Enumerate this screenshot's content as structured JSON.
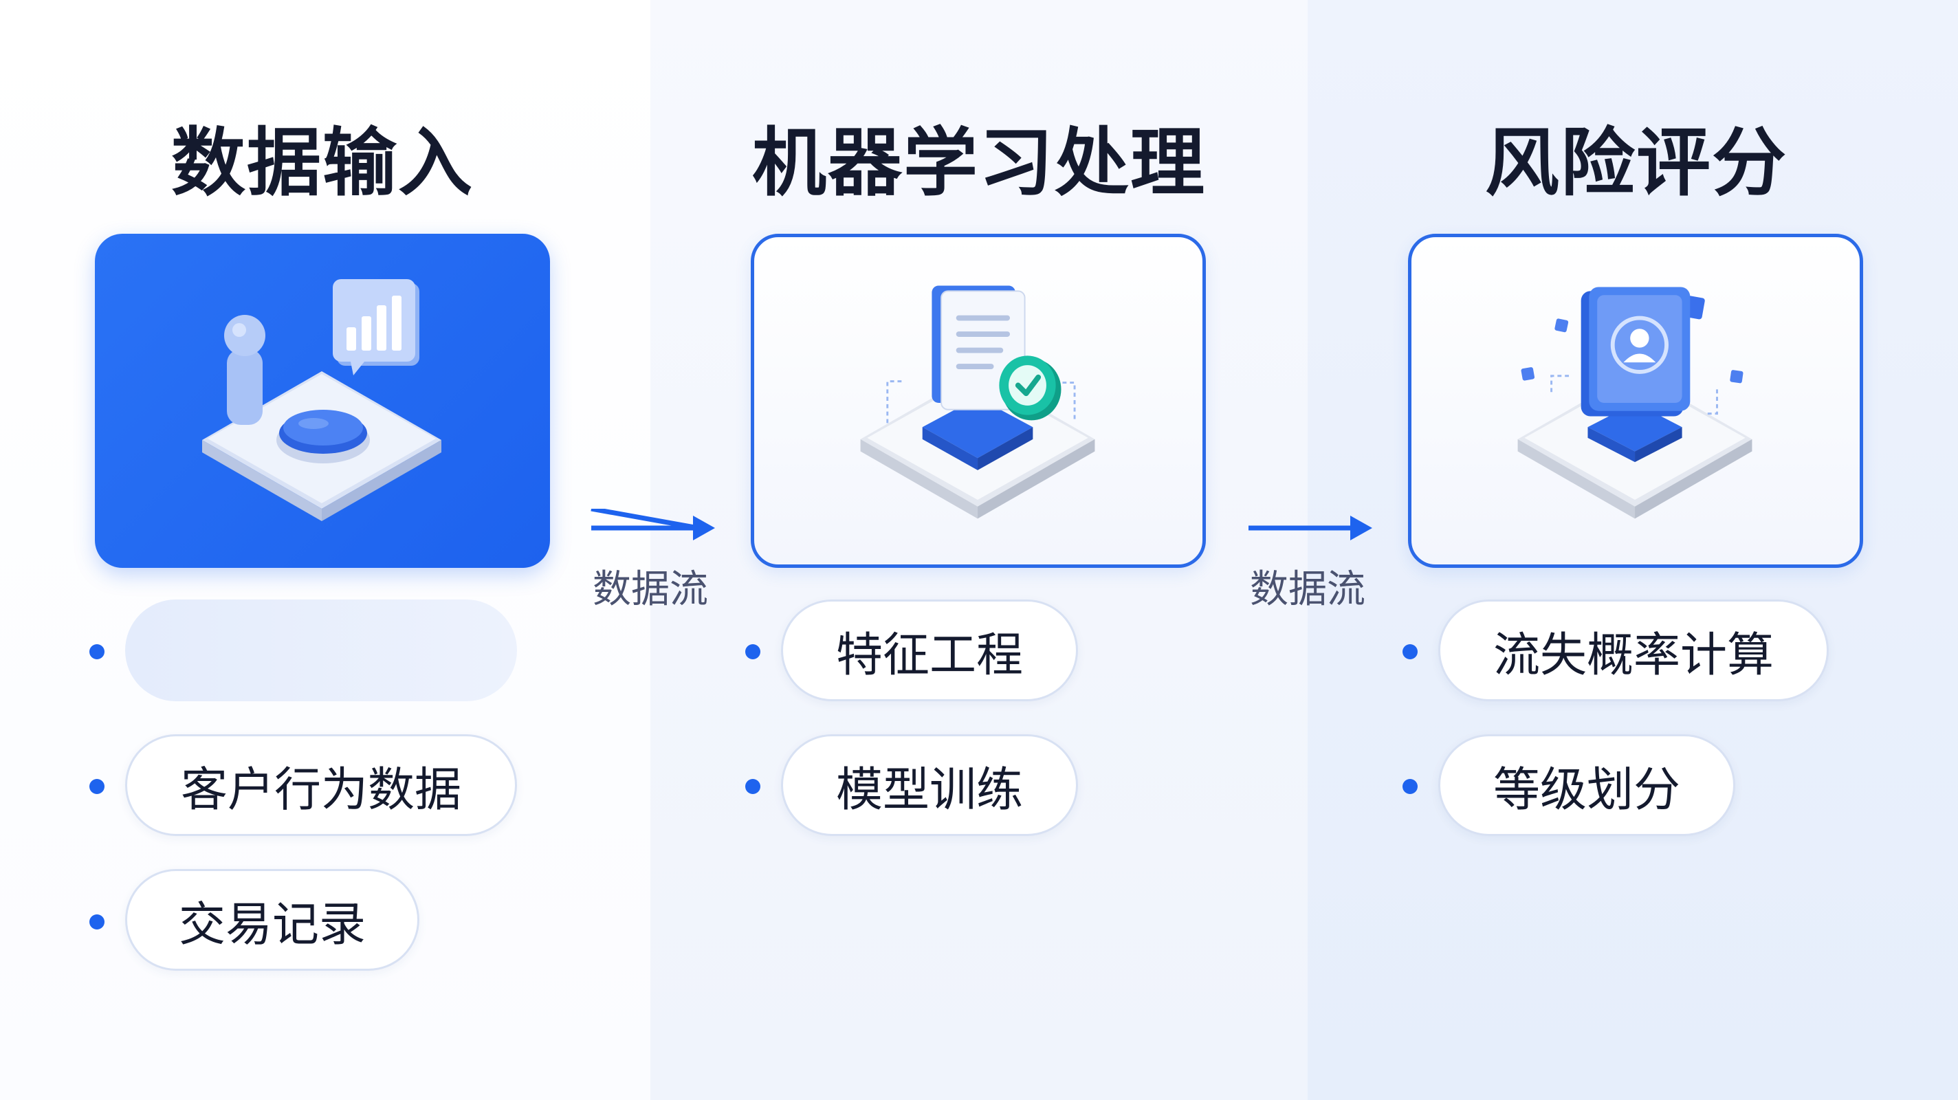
{
  "stages": [
    {
      "title": "数据输入",
      "icon": "user-data-chart-icon",
      "items": [
        "",
        "客户行为数据",
        "交易记录"
      ]
    },
    {
      "title": "机器学习处理",
      "icon": "document-check-icon",
      "items": [
        "特征工程",
        "模型训练"
      ]
    },
    {
      "title": "风险评分",
      "icon": "profile-monitor-icon",
      "items": [
        "流失概率计算",
        "等级划分"
      ]
    }
  ],
  "connectors": [
    {
      "label": "数据流"
    },
    {
      "label": "数据流"
    }
  ],
  "colors": {
    "accent": "#1e63ee",
    "card_fill": "#2a72f5",
    "teal_check": "#19c2a6",
    "title_text": "#141a2e"
  }
}
